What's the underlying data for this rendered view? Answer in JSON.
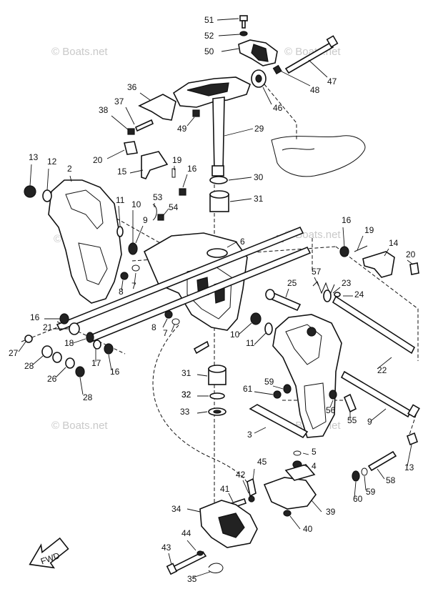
{
  "watermark": "© Boats.net",
  "fwd_label": "FWD",
  "callouts": [
    "51",
    "52",
    "50",
    "47",
    "48",
    "46",
    "36",
    "37",
    "38",
    "49",
    "29",
    "20",
    "19",
    "16",
    "15",
    "30",
    "31",
    "13",
    "12",
    "2",
    "11",
    "53",
    "10",
    "54",
    "9",
    "6",
    "16",
    "19",
    "14",
    "20",
    "57",
    "23",
    "24",
    "25",
    "8",
    "7",
    "16",
    "21",
    "18",
    "27",
    "28",
    "26",
    "17",
    "16",
    "28",
    "8",
    "7",
    "10",
    "11",
    "31",
    "32",
    "33",
    "59",
    "61",
    "56",
    "55",
    "9",
    "22",
    "3",
    "5",
    "4",
    "13",
    "45",
    "42",
    "41",
    "34",
    "39",
    "40",
    "58",
    "59",
    "60",
    "44",
    "43",
    "35",
    "32"
  ]
}
